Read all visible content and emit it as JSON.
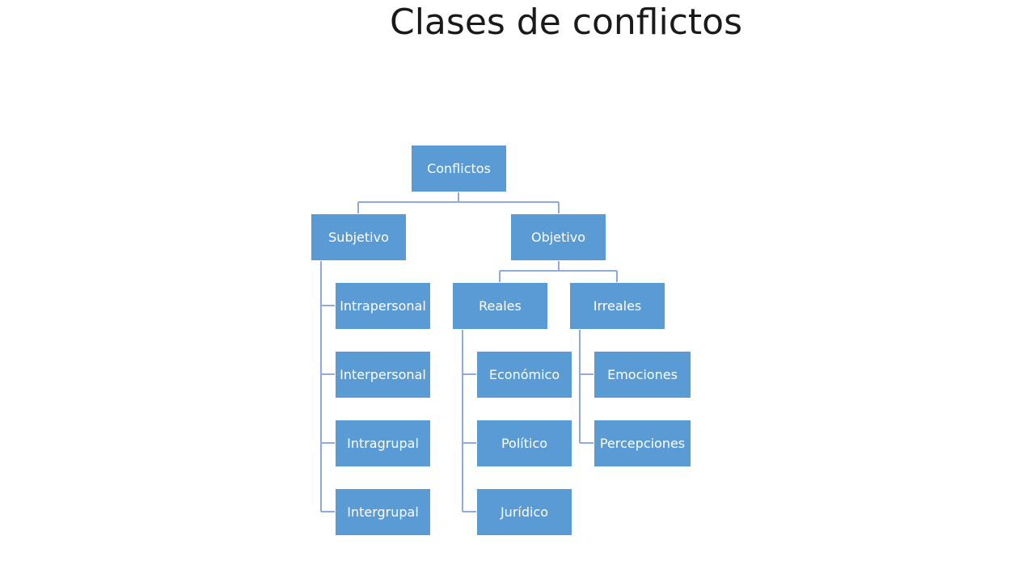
{
  "title": "Clases de conflictos",
  "diagram": {
    "root": "Conflictos",
    "subjetivo": {
      "label": "Subjetivo",
      "children": [
        "Intrapersonal",
        "Interpersonal",
        "Intragrupal",
        "Intergrupal"
      ]
    },
    "objetivo": {
      "label": "Objetivo",
      "reales": {
        "label": "Reales",
        "children": [
          "Económico",
          "Político",
          "Jurídico"
        ]
      },
      "irreales": {
        "label": "Irreales",
        "children": [
          "Emociones",
          "Percepciones"
        ]
      }
    },
    "colors": {
      "node_fill": "#5b9bd5",
      "node_text": "#ffffff",
      "connector": "#8faadc"
    }
  }
}
